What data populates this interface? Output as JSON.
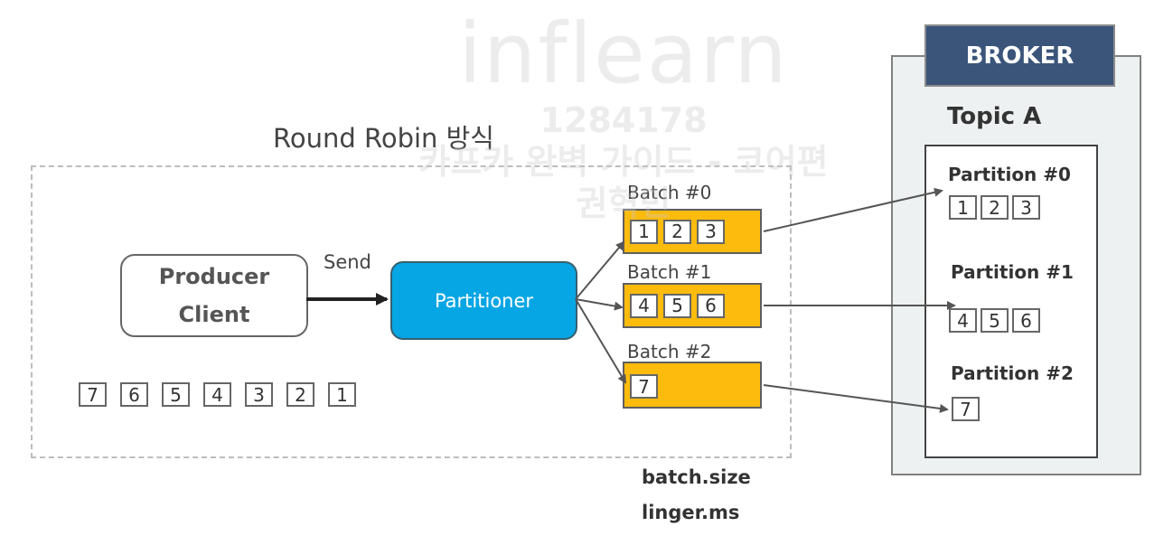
{
  "watermark": {
    "logo": "inflearn",
    "line1": "1284178",
    "line2": "카프카 완벽 가이드 - 코어편",
    "line3": "권혁민"
  },
  "title": "Round Robin 방식",
  "producer": {
    "label": "Producer\nClient",
    "queue": [
      "7",
      "6",
      "5",
      "4",
      "3",
      "2",
      "1"
    ]
  },
  "send_label": "Send",
  "partitioner_label": "Partitioner",
  "batches": [
    {
      "label": "Batch #0",
      "records": [
        "1",
        "2",
        "3"
      ]
    },
    {
      "label": "Batch #1",
      "records": [
        "4",
        "5",
        "6"
      ]
    },
    {
      "label": "Batch #2",
      "records": [
        "7"
      ]
    }
  ],
  "settings": [
    "batch.size",
    "linger.ms"
  ],
  "broker": {
    "title": "BROKER",
    "topic": "Topic A",
    "partitions": [
      {
        "label": "Partition #0",
        "records": [
          "1",
          "2",
          "3"
        ]
      },
      {
        "label": "Partition #1",
        "records": [
          "4",
          "5",
          "6"
        ]
      },
      {
        "label": "Partition #2",
        "records": [
          "7"
        ]
      }
    ]
  },
  "colors": {
    "partitioner": "#06a6e5",
    "batch": "#fcbb0d",
    "broker_header": "#3b557a",
    "arrow": "#555555"
  }
}
